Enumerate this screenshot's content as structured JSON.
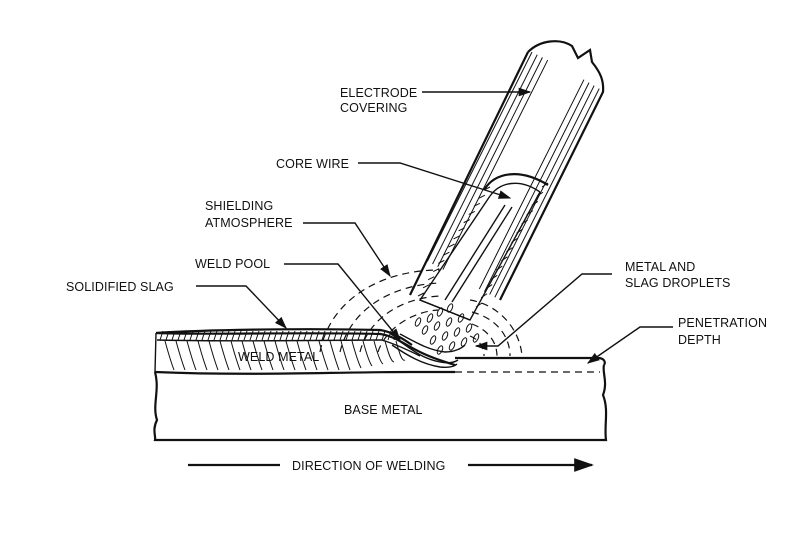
{
  "diagram": {
    "title": "Shielded Metal Arc Welding Process",
    "labels": {
      "electrode_covering": [
        "ELECTRODE",
        "COVERING"
      ],
      "core_wire": [
        "CORE WIRE"
      ],
      "shielding_atmosphere": [
        "SHIELDING",
        "ATMOSPHERE"
      ],
      "weld_pool": [
        "WELD POOL"
      ],
      "solidified_slag": [
        "SOLIDIFIED SLAG"
      ],
      "metal_and_slag_droplets": [
        "METAL AND",
        "SLAG DROPLETS"
      ],
      "penetration_depth": [
        "PENETRATION",
        "DEPTH"
      ],
      "weld_metal": [
        "WELD METAL"
      ],
      "base_metal": [
        "BASE METAL"
      ],
      "direction_of_welding": [
        "DIRECTION OF WELDING"
      ]
    },
    "colors": {
      "ink": "#111111",
      "background": "#ffffff"
    }
  }
}
